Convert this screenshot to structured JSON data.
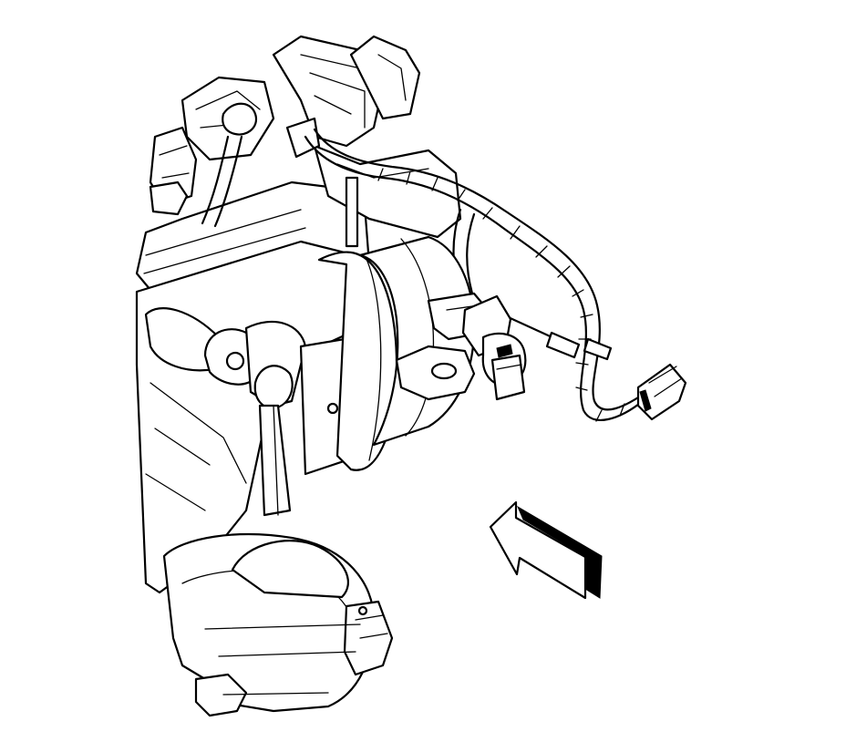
{
  "diagram": {
    "type": "technical-line-illustration",
    "view_direction_arrow": {
      "present": true,
      "points": "up-left"
    },
    "line_color": "#000000",
    "background_color": "#ffffff",
    "components": [
      {
        "name": "hvac-blower-housing"
      },
      {
        "name": "blower-motor"
      },
      {
        "name": "electrical-connector"
      },
      {
        "name": "wiring-harness"
      },
      {
        "name": "harness-end-connector"
      },
      {
        "name": "mounting-bracket"
      },
      {
        "name": "drain-housing"
      },
      {
        "name": "upper-ducting"
      }
    ]
  }
}
